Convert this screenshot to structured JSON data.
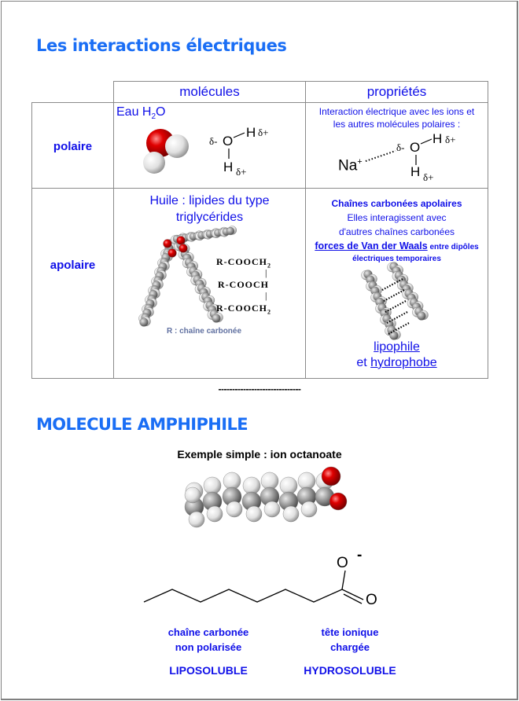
{
  "titles": {
    "main": "Les interactions électriques",
    "amphiphile": "MOLECULE AMPHIPHILE"
  },
  "table": {
    "headers": [
      "molécules",
      "propriétés"
    ],
    "rows": [
      {
        "label": "polaire",
        "molecule": {
          "name_prefix": "Eau H",
          "name_sub": "2",
          "name_suffix": "O",
          "formula": {
            "delta_minus": "δ-",
            "oxygen": "O",
            "hydrogen": "H",
            "delta_plus": "δ+"
          }
        },
        "property": {
          "line1": "Interaction électrique avec les ions et",
          "line2": "les autres molécules polaires :",
          "ion": "Na",
          "ion_charge": "+",
          "dots": "·········",
          "delta_minus": "δ-",
          "oxygen": "O",
          "hydrogen": "H",
          "delta_plus": "δ+"
        }
      },
      {
        "label": "apolaire",
        "molecule": {
          "title_line1": "Huile : lipides du type",
          "title_line2": "triglycérides",
          "formula_lines": [
            "R-COOCH",
            "R-COOCH",
            "R-COOCH"
          ],
          "formula_subs": [
            "2",
            "",
            "2"
          ],
          "formula_bar": "|",
          "caption": "R  : chaîne carbonée"
        },
        "property": {
          "heading": "Chaînes carbonées apolaires",
          "line1": "Elles interagissent avec",
          "line2": "d'autres chaînes carbonées",
          "link_vdw": "forces de Van der Waals",
          "vdw_suffix": " entre dipôles",
          "line3": "électriques temporaires",
          "link_lipophile": "lipophile",
          "et": "et ",
          "link_hydrophobe": "hydrophobe"
        }
      }
    ]
  },
  "separator": "------------------------------",
  "amphiphile": {
    "example": "Exemple  simple : ion octanoate",
    "carboxylate": {
      "o_top": "O",
      "charge": "-",
      "o_bottom": "O"
    },
    "left_label_line1": "chaîne carbonée",
    "left_label_line2": "non polarisée",
    "left_tag": "LIPOSOLUBLE",
    "right_label_line1": "tête ionique",
    "right_label_line2": "chargée",
    "right_tag": "HYDROSOLUBLE"
  },
  "colors": {
    "title": "#1a6ef5",
    "text_blue": "#1010e8",
    "oxygen_red": "#d40000",
    "grid": "#8a8a8a"
  }
}
